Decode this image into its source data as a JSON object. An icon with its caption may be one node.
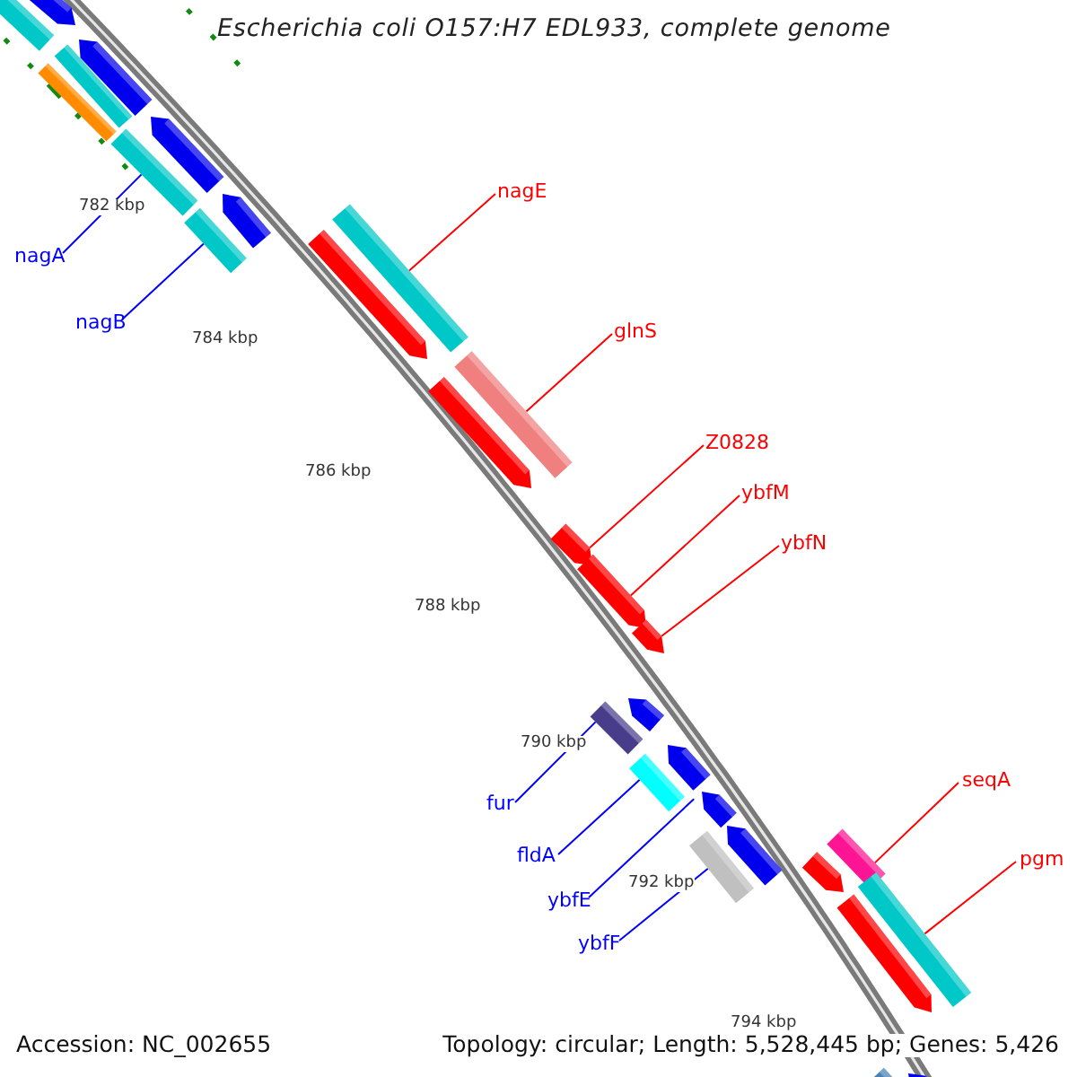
{
  "diagram": {
    "title": "Escherichia coli O157:H7 EDL933, complete genome",
    "nodes": [
      {
        "text": [
          "nagE"
        ]
      },
      {
        "text": [
          "glnS"
        ]
      },
      {
        "text": [
          "Z0828"
        ]
      },
      {
        "text": [
          "ybfM"
        ]
      },
      {
        "text": [
          "ybfN"
        ]
      },
      {
        "text": [
          "seqA"
        ]
      },
      {
        "text": [
          "pgm"
        ]
      },
      {
        "text": [
          "nagA"
        ]
      },
      {
        "text": [
          "nagB"
        ]
      },
      {
        "text": [
          "fur"
        ]
      },
      {
        "text": [
          "fldA"
        ]
      },
      {
        "text": [
          "ybfE"
        ]
      },
      {
        "text": [
          "ybfF"
        ]
      },
      {
        "text": [],
        "shape": "bar"
      },
      {
        "text": [],
        "shape": "bar"
      },
      {
        "text": [],
        "shape": "arrow"
      },
      {
        "text": [],
        "shape": "arrow"
      },
      {
        "text": [],
        "shape": "arrow"
      },
      {
        "text": [],
        "shape": "bar"
      },
      {
        "text": [],
        "shape": "bar"
      },
      {
        "text": [],
        "shape": "bar"
      },
      {
        "text": [],
        "shape": "bar"
      },
      {
        "text": [],
        "shape": "bar"
      },
      {
        "text": [],
        "shape": "bar"
      },
      {
        "text": [],
        "shape": "arrow"
      },
      {
        "text": [],
        "shape": "bar"
      },
      {
        "text": [],
        "shape": "bar"
      },
      {
        "text": [],
        "shape": "arrow"
      },
      {
        "text": [],
        "shape": "arrow"
      },
      {
        "text": [],
        "shape": "bar"
      },
      {
        "text": [],
        "shape": "bar"
      },
      {
        "text": [],
        "shape": "arrow"
      },
      {
        "text": [],
        "shape": "arrow"
      },
      {
        "text": [],
        "shape": "arrow"
      },
      {
        "text": [],
        "shape": "arrow"
      },
      {
        "text": [],
        "shape": "arrow"
      },
      {
        "text": [],
        "shape": "arrow"
      },
      {
        "text": [],
        "shape": "arrow"
      },
      {
        "text": [],
        "shape": "arrow"
      },
      {
        "text": [],
        "shape": "arrow"
      },
      {
        "text": [],
        "shape": "bar"
      },
      {
        "text": [],
        "shape": "arrow"
      }
    ],
    "edges": [
      {
        "from": 0,
        "to": 13,
        "arrow": "none"
      },
      {
        "from": 1,
        "to": 14,
        "arrow": "none"
      },
      {
        "from": 2,
        "to": 15,
        "arrow": "none"
      },
      {
        "from": 3,
        "to": 16,
        "arrow": "none"
      },
      {
        "from": 4,
        "to": 17,
        "arrow": "none"
      },
      {
        "from": 5,
        "to": 18,
        "arrow": "none"
      },
      {
        "from": 6,
        "to": 19,
        "arrow": "none"
      },
      {
        "from": 7,
        "to": 20,
        "arrow": "none",
        "color": "#0000ff"
      },
      {
        "from": 8,
        "to": 21,
        "arrow": "none",
        "color": "#0000ff"
      },
      {
        "from": 9,
        "to": 22,
        "arrow": "none",
        "color": "#0000ff"
      },
      {
        "from": 10,
        "to": 23,
        "arrow": "none",
        "color": "#0000ff"
      },
      {
        "from": 11,
        "to": 24,
        "arrow": "none",
        "color": "#0000ff"
      },
      {
        "from": 12,
        "to": 25,
        "arrow": "none",
        "color": "#0000ff"
      }
    ],
    "labels": [
      "782 kbp",
      "784 kbp",
      "786 kbp",
      "788 kbp",
      "790 kbp",
      "792 kbp",
      "794 kbp",
      "Accession: NC_002655",
      "Topology: circular; Length: 5,528,445 bp; Genes: 5,426"
    ]
  }
}
